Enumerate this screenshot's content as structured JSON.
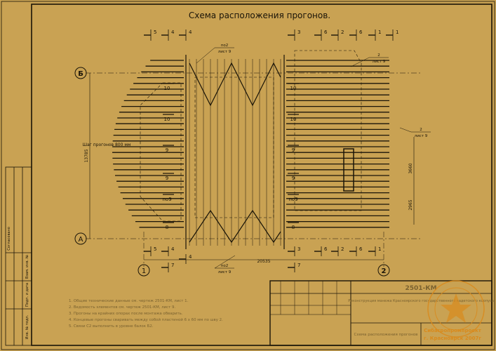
{
  "title": "Схема расположения прогонов.",
  "axes": {
    "row_top": "Б",
    "row_bottom": "А",
    "col_left": "1",
    "col_right": "2"
  },
  "dimensions": {
    "overall_height": "13785",
    "overall_width": "20535",
    "right_upper": "3660",
    "right_lower": "2965",
    "purlin_step": "Шаг прогонов 800 мм"
  },
  "callouts": [
    {
      "sheet_ref": "по2",
      "sheet_num": "лист 9"
    },
    {
      "sheet_ref": "2",
      "sheet_num": "лист 9"
    },
    {
      "sheet_ref": "2",
      "sheet_num": "лист 9"
    },
    {
      "sheet_ref": "по2",
      "sheet_num": "лист 9"
    }
  ],
  "section_marks_top": [
    "5",
    "4",
    "4",
    "3",
    "6",
    "2",
    "6",
    "1",
    "1"
  ],
  "section_marks_bottom": [
    "5",
    "4",
    "7",
    "4",
    "3",
    "7",
    "6",
    "2",
    "6",
    "1"
  ],
  "node_marks_left": [
    "10",
    "10",
    "9",
    "9",
    "по9",
    "8"
  ],
  "node_marks_right": [
    "10",
    "10",
    "9",
    "9",
    "по9",
    "8"
  ],
  "notes": [
    "1. Общие технические данные см. чертеж 2501-КМ, лист 1.",
    "2. Ведомость элементов см. чертеж 2501-КМ, лист 9.",
    "3. Прогоны на крайних опорах после монтажа обварить.",
    "4. Концевые прогоны сваривать между собой пластиной 6 х 60 мм по шву 2.",
    "5. Связи С2 выполнить в уровне балок Б2."
  ],
  "stamp": {
    "code": "2501-КМ",
    "project": "Реконструкция манежа Красноярского государственного кадетского корпуса",
    "drawing_title": "Схема расположения прогонов",
    "org_line1": "Сибагропромпроект",
    "org_line2": "г. Красноярск 2007г"
  },
  "side_table": {
    "col1": "Согласовано",
    "col2": "Взам. инв. №",
    "col3": "Подп. и дата",
    "col4": "Инв. № подл."
  }
}
